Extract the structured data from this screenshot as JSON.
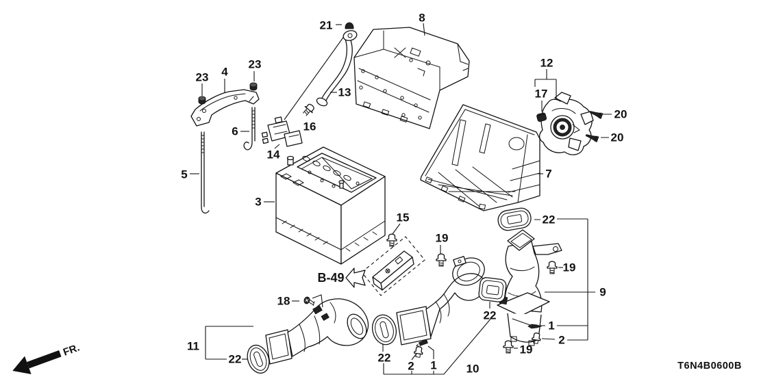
{
  "diagram": {
    "code": "T6N4B0600B",
    "ref_label": "B-49",
    "direction_label": "FR.",
    "bg_color": "#ffffff",
    "line_color": "#111111",
    "description": "Exploded parts diagram: battery, battery base plate, air cleaner case, blower and air intake ducts with numbered callouts"
  },
  "callouts": {
    "c1a": "1",
    "c1b": "1",
    "c2a": "2",
    "c2b": "2",
    "c3": "3",
    "c4": "4",
    "c5": "5",
    "c6": "6",
    "c7": "7",
    "c8": "8",
    "c9": "9",
    "c10": "10",
    "c11": "11",
    "c12": "12",
    "c13": "13",
    "c14": "14",
    "c15": "15",
    "c16": "16",
    "c17": "17",
    "c18": "18",
    "c19a": "19",
    "c19b": "19",
    "c19c": "19",
    "c20a": "20",
    "c20b": "20",
    "c21": "21",
    "c22a": "22",
    "c22b": "22",
    "c22c": "22",
    "c22d": "22",
    "c23a": "23",
    "c23b": "23"
  }
}
